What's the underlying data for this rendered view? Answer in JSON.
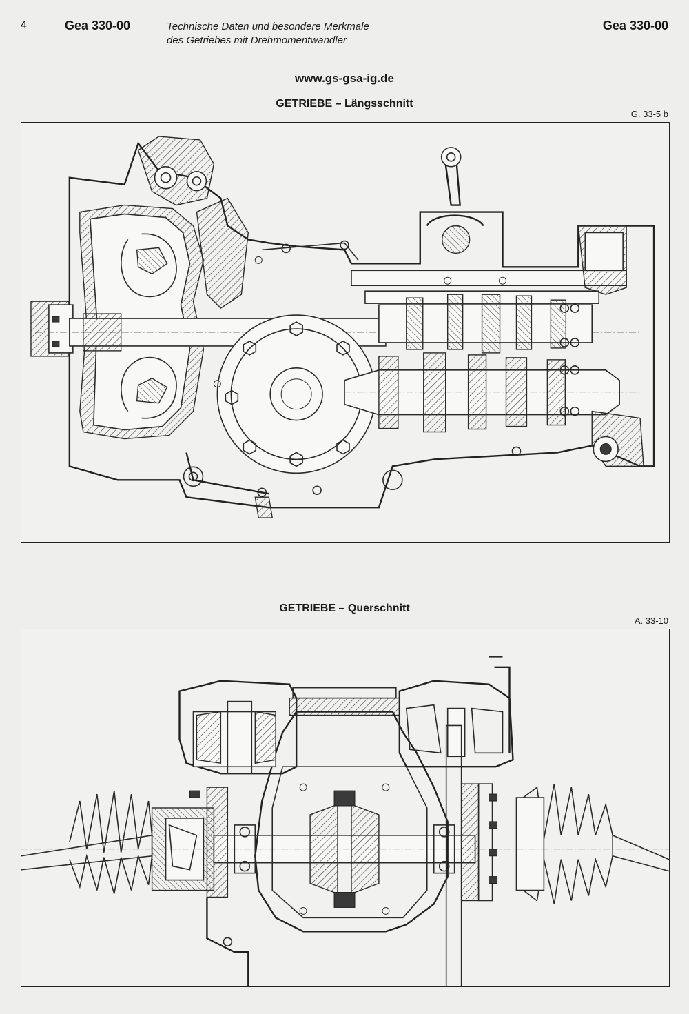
{
  "header": {
    "page_number": "4",
    "doc_code_left": "Gea 330-00",
    "title_line1": "Technische Daten und besondere Merkmale",
    "title_line2": "des Getriebes mit Drehmomentwandler",
    "doc_code_right": "Gea 330-00"
  },
  "website": "www.gs-gsa-ig.de",
  "figures": [
    {
      "title": "GETRIEBE – Längsschnitt",
      "ref": "G. 33-5 b"
    },
    {
      "title": "GETRIEBE – Querschnitt",
      "ref": "A. 33-10"
    }
  ]
}
